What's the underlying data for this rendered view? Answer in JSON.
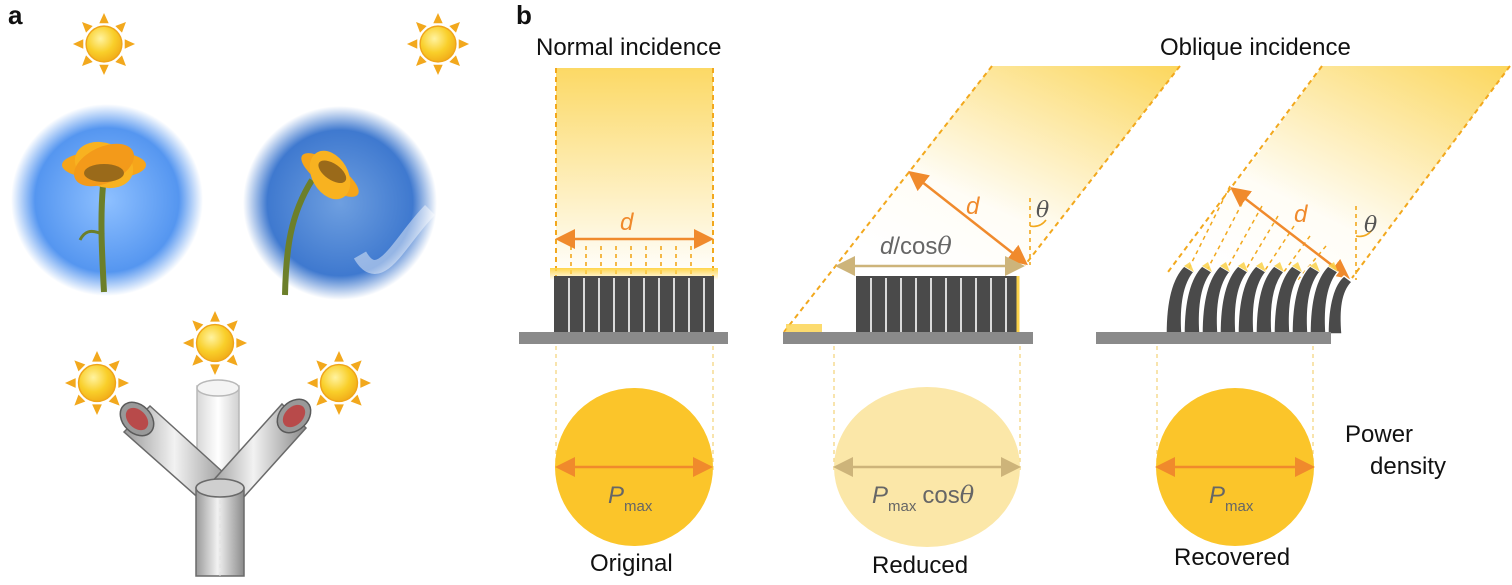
{
  "panels": {
    "a": "a",
    "b": "b"
  },
  "headings": {
    "normal": "Normal incidence",
    "oblique": "Oblique incidence"
  },
  "dimensions": {
    "d": "d",
    "d_cos_num": "d",
    "d_cos_den": "/cos",
    "theta": "θ"
  },
  "power": {
    "p": "P",
    "sub": "max",
    "cos": "cos",
    "label_line1": "Power",
    "label_line2": "density"
  },
  "captions": {
    "original": "Original",
    "reduced": "Reduced",
    "recovered": "Recovered"
  },
  "colors": {
    "sun": "#f7c21b",
    "sun_ray": "#f2a81d",
    "light_beam": "#fbd24a",
    "dashed_orange": "#f2a81d",
    "dimension_arrow": "#f08a2c",
    "pillar": "#4a4a4a",
    "substrate": "#8a8a8a",
    "circle_full": "#fbc52a",
    "circle_reduced": "#fbe7a8",
    "sky": "#4f8fe6"
  },
  "icons": [
    "sun-icon",
    "sunflower-photo",
    "y-tube-heliotrope-model",
    "nanopillar-array"
  ]
}
